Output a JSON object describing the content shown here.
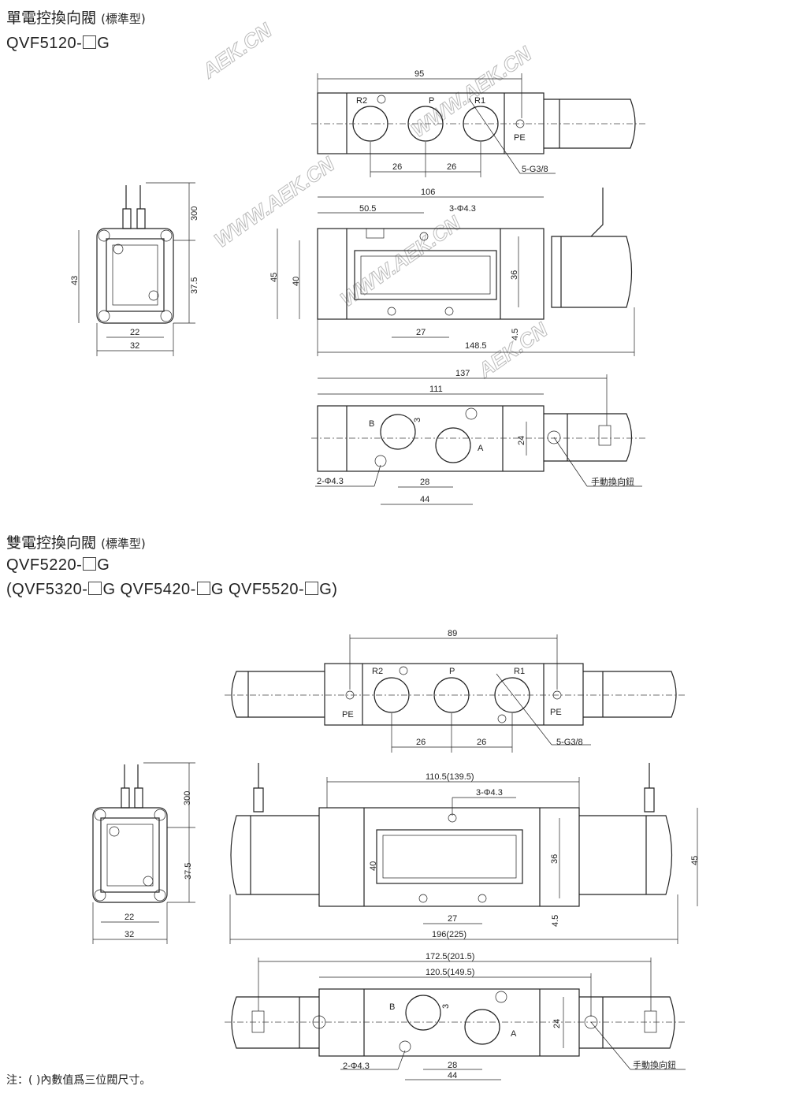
{
  "single": {
    "title": "單電控換向閥",
    "title_sub": "(標準型)",
    "model_prefix": "QVF5120-",
    "model_suffix": "G",
    "top": {
      "d95": "95",
      "r2": "R2",
      "p": "P",
      "r1": "R1",
      "pe": "PE",
      "d26a": "26",
      "d26b": "26",
      "thread": "5-G3/8"
    },
    "side": {
      "d106": "106",
      "d50": "50.5",
      "holes": "3-Φ4.3",
      "d45": "45",
      "d40": "40",
      "d36": "36",
      "d27": "27",
      "d148": "148.5",
      "d45b": "4.5"
    },
    "end": {
      "d300": "300",
      "d43": "43",
      "d375": "37.5",
      "d22": "22",
      "d32": "32"
    },
    "bottom": {
      "d137": "137",
      "d111": "111",
      "b": "B",
      "a": "A",
      "d3": "3",
      "d24": "24",
      "d28": "28",
      "d44": "44",
      "holes": "2-Φ4.3",
      "manual": "手動換向鈕"
    }
  },
  "double": {
    "title": "雙電控換向閥",
    "title_sub": "(標準型)",
    "model_prefix": "QVF5220-",
    "model_suffix": "G",
    "variants_open": "(QVF5320-",
    "variants_mid1": "G  QVF5420-",
    "variants_mid2": "G  QVF5520-",
    "variants_close": "G)",
    "top": {
      "d89": "89",
      "r2": "R2",
      "p": "P",
      "r1": "R1",
      "pe_l": "PE",
      "pe_r": "PE",
      "d26a": "26",
      "d26b": "26",
      "thread": "5-G3/8"
    },
    "side": {
      "d110": "110.5(139.5)",
      "holes": "3-Φ4.3",
      "d40": "40",
      "d36": "36",
      "d45": "45",
      "d27": "27",
      "d45b": "4.5",
      "d196": "196(225)"
    },
    "end": {
      "d300": "300",
      "d375": "37.5",
      "d22": "22",
      "d32": "32"
    },
    "bottom": {
      "d172": "172.5(201.5)",
      "d120": "120.5(149.5)",
      "b": "B",
      "a": "A",
      "d3": "3",
      "d24": "24",
      "d28": "28",
      "d44": "44",
      "holes": "2-Φ4.3",
      "manual": "手動換向鈕"
    }
  },
  "note": "注：( )內數值爲三位閥尺寸。",
  "watermarks": [
    "AEK.CN",
    "WWW.AEK.CN",
    "WWW.AEK.CN",
    "AEK.CN"
  ]
}
